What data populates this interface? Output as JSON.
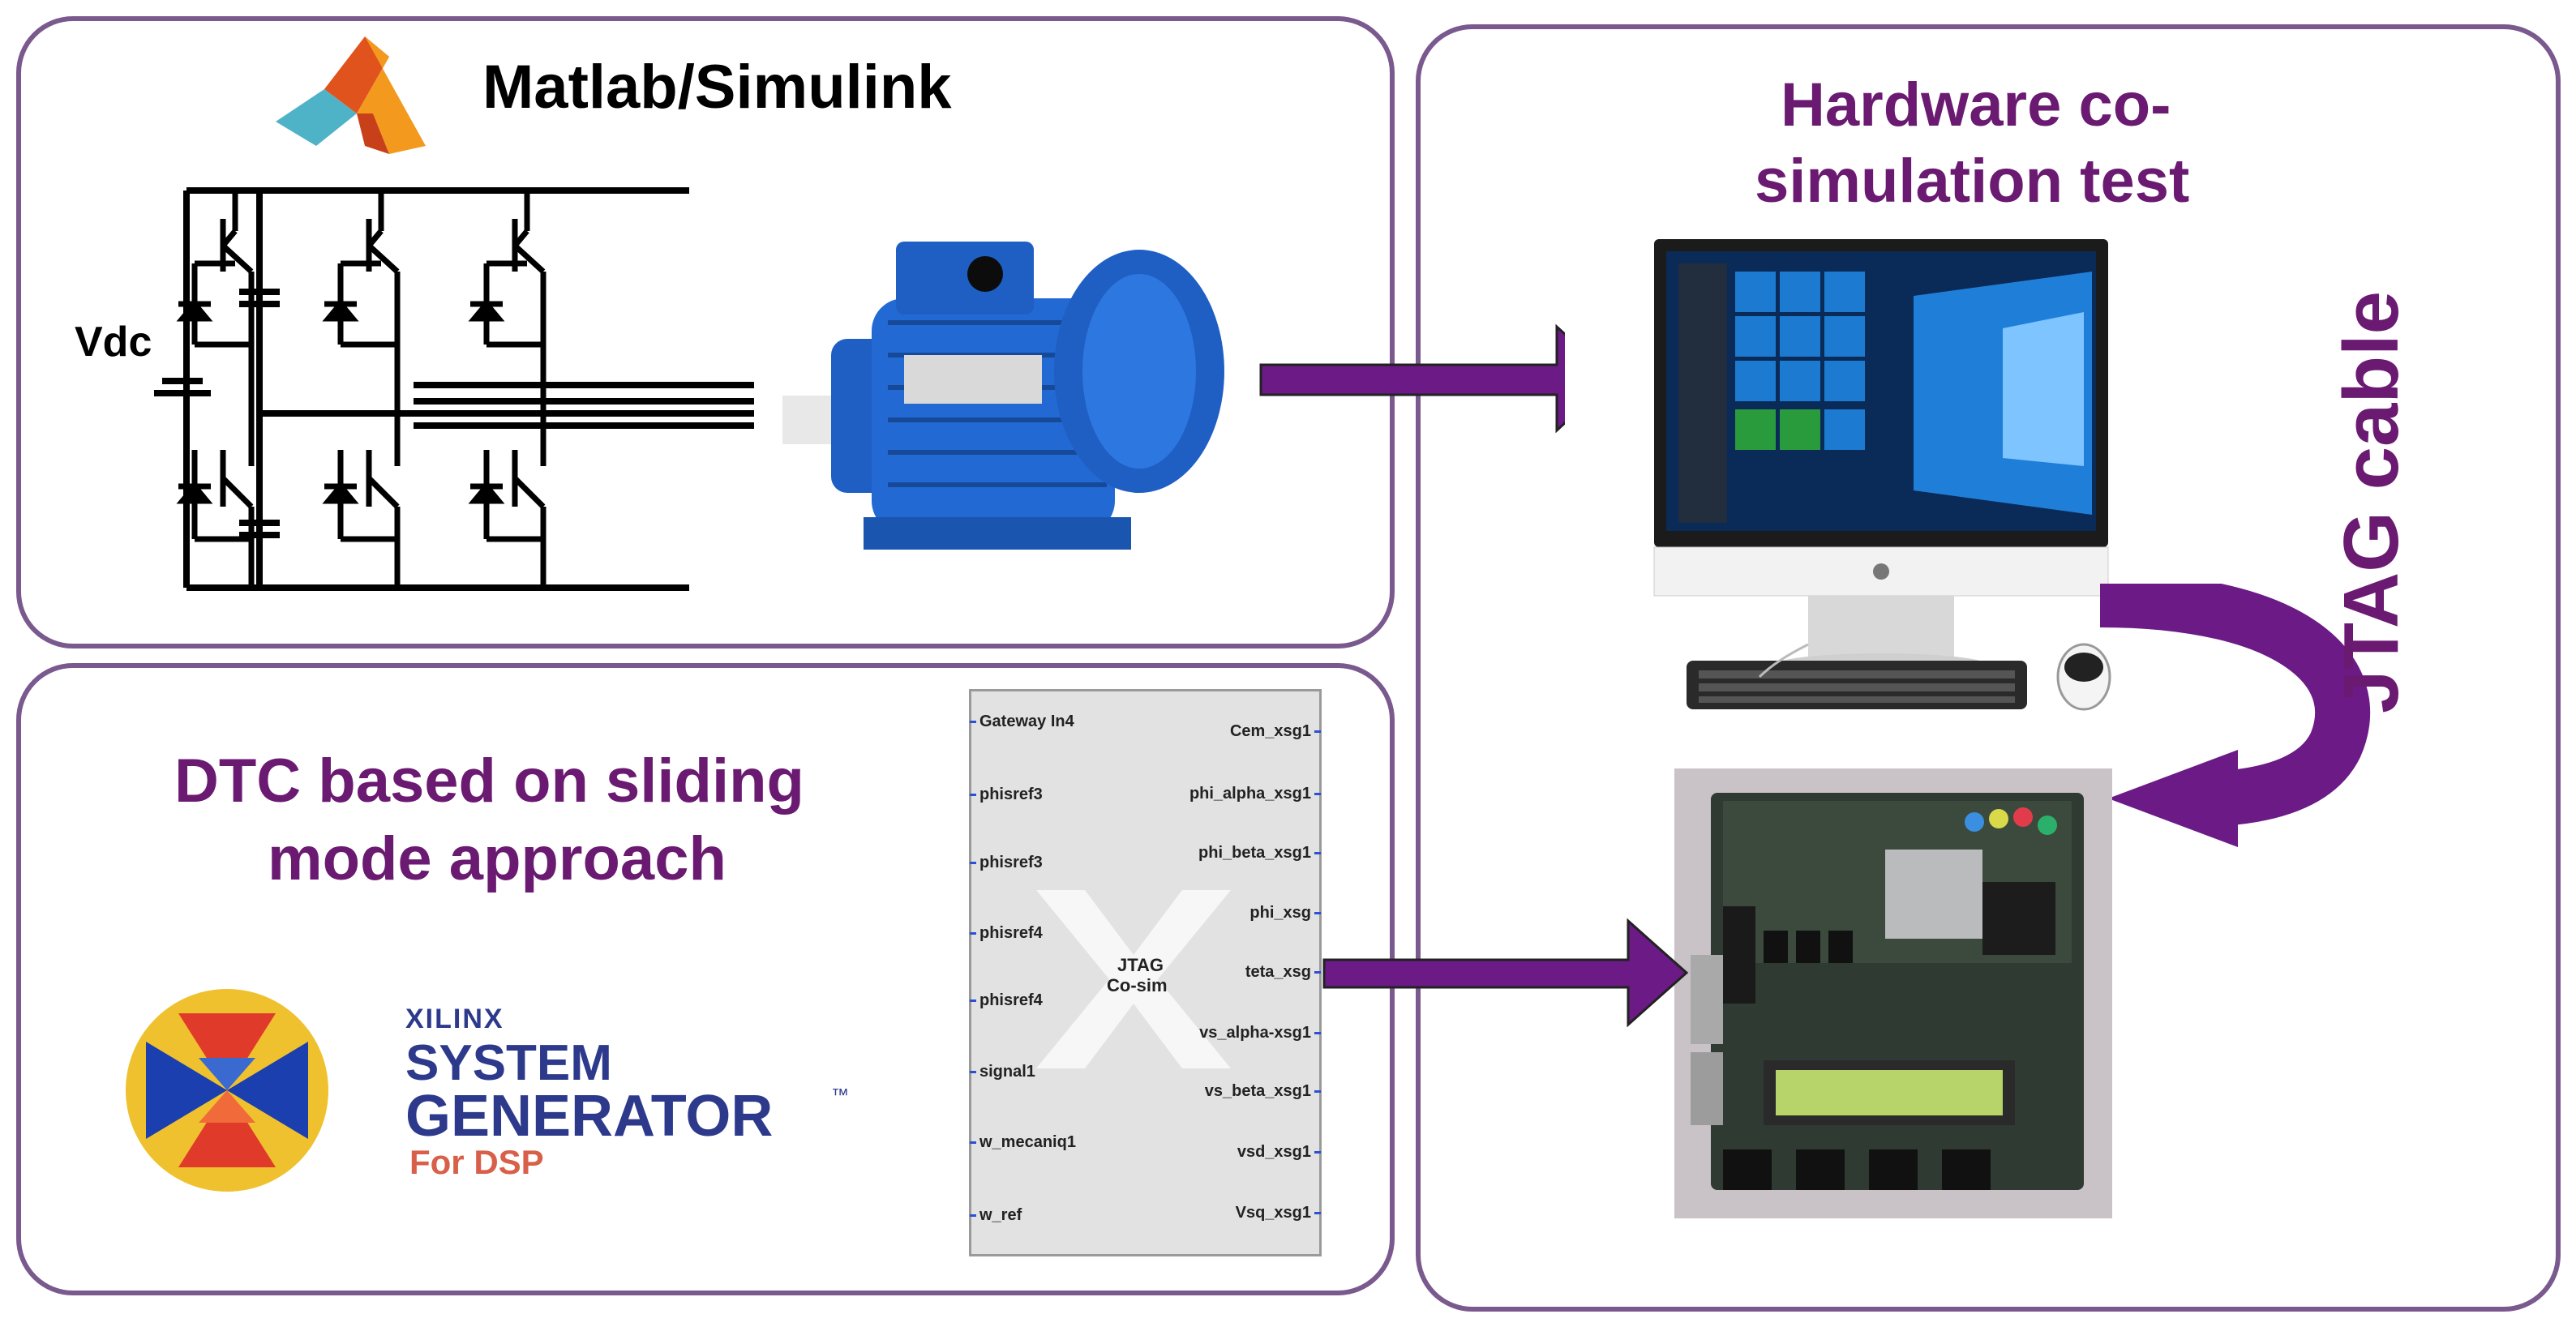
{
  "simulink": {
    "title": "Matlab/Simulink",
    "vdc_label": "Vdc"
  },
  "hardware": {
    "title_line1": "Hardware co-",
    "title_line2": "simulation test"
  },
  "jtag_cable": {
    "label": "JTAG cable"
  },
  "dtc": {
    "title_line1": "DTC based on sliding",
    "title_line2": "mode approach"
  },
  "xilinx_logo": {
    "line1": "XILINX",
    "line2": "SYSTEM",
    "line3": "GENERATOR",
    "tm": "™",
    "line4": "For DSP"
  },
  "cosim_block": {
    "center_line1": "JTAG",
    "center_line2": "Co-sim",
    "inputs": [
      "Gateway In4",
      "phisref3",
      "phisref3",
      "phisref4",
      "phisref4",
      "signal1",
      "w_mecaniq1",
      "w_ref"
    ],
    "outputs": [
      "Cem_xsg1",
      "phi_alpha_xsg1",
      "phi_beta_xsg1",
      "phi_xsg",
      "teta_xsg",
      "vs_alpha-xsg1",
      "vs_beta_xsg1",
      "vsd_xsg1",
      "Vsq_xsg1"
    ]
  },
  "colors": {
    "title_purple": "#6b1a72",
    "arrow_purple": "#6b1a86",
    "panel_border": "#7a5a8e",
    "motor_blue": "#1f5fc4"
  },
  "icons": [
    "matlab-logo-icon",
    "inverter-circuit-icon",
    "motor-icon",
    "desktop-computer-icon",
    "fpga-board-icon",
    "xilinx-logo-icon"
  ]
}
